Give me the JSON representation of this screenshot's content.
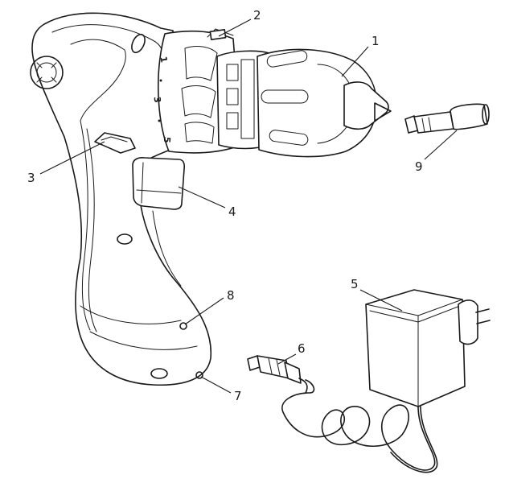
{
  "callouts": [
    {
      "id": "1",
      "label": "1"
    },
    {
      "id": "2",
      "label": "2"
    },
    {
      "id": "3",
      "label": "3"
    },
    {
      "id": "4",
      "label": "4"
    },
    {
      "id": "5",
      "label": "5"
    },
    {
      "id": "6",
      "label": "6"
    },
    {
      "id": "7",
      "label": "7"
    },
    {
      "id": "8",
      "label": "8"
    },
    {
      "id": "9",
      "label": "9"
    }
  ],
  "torque_scale": [
    "1",
    "3",
    "5"
  ],
  "colors": {
    "line": "#1a1a1a",
    "background": "#ffffff"
  }
}
